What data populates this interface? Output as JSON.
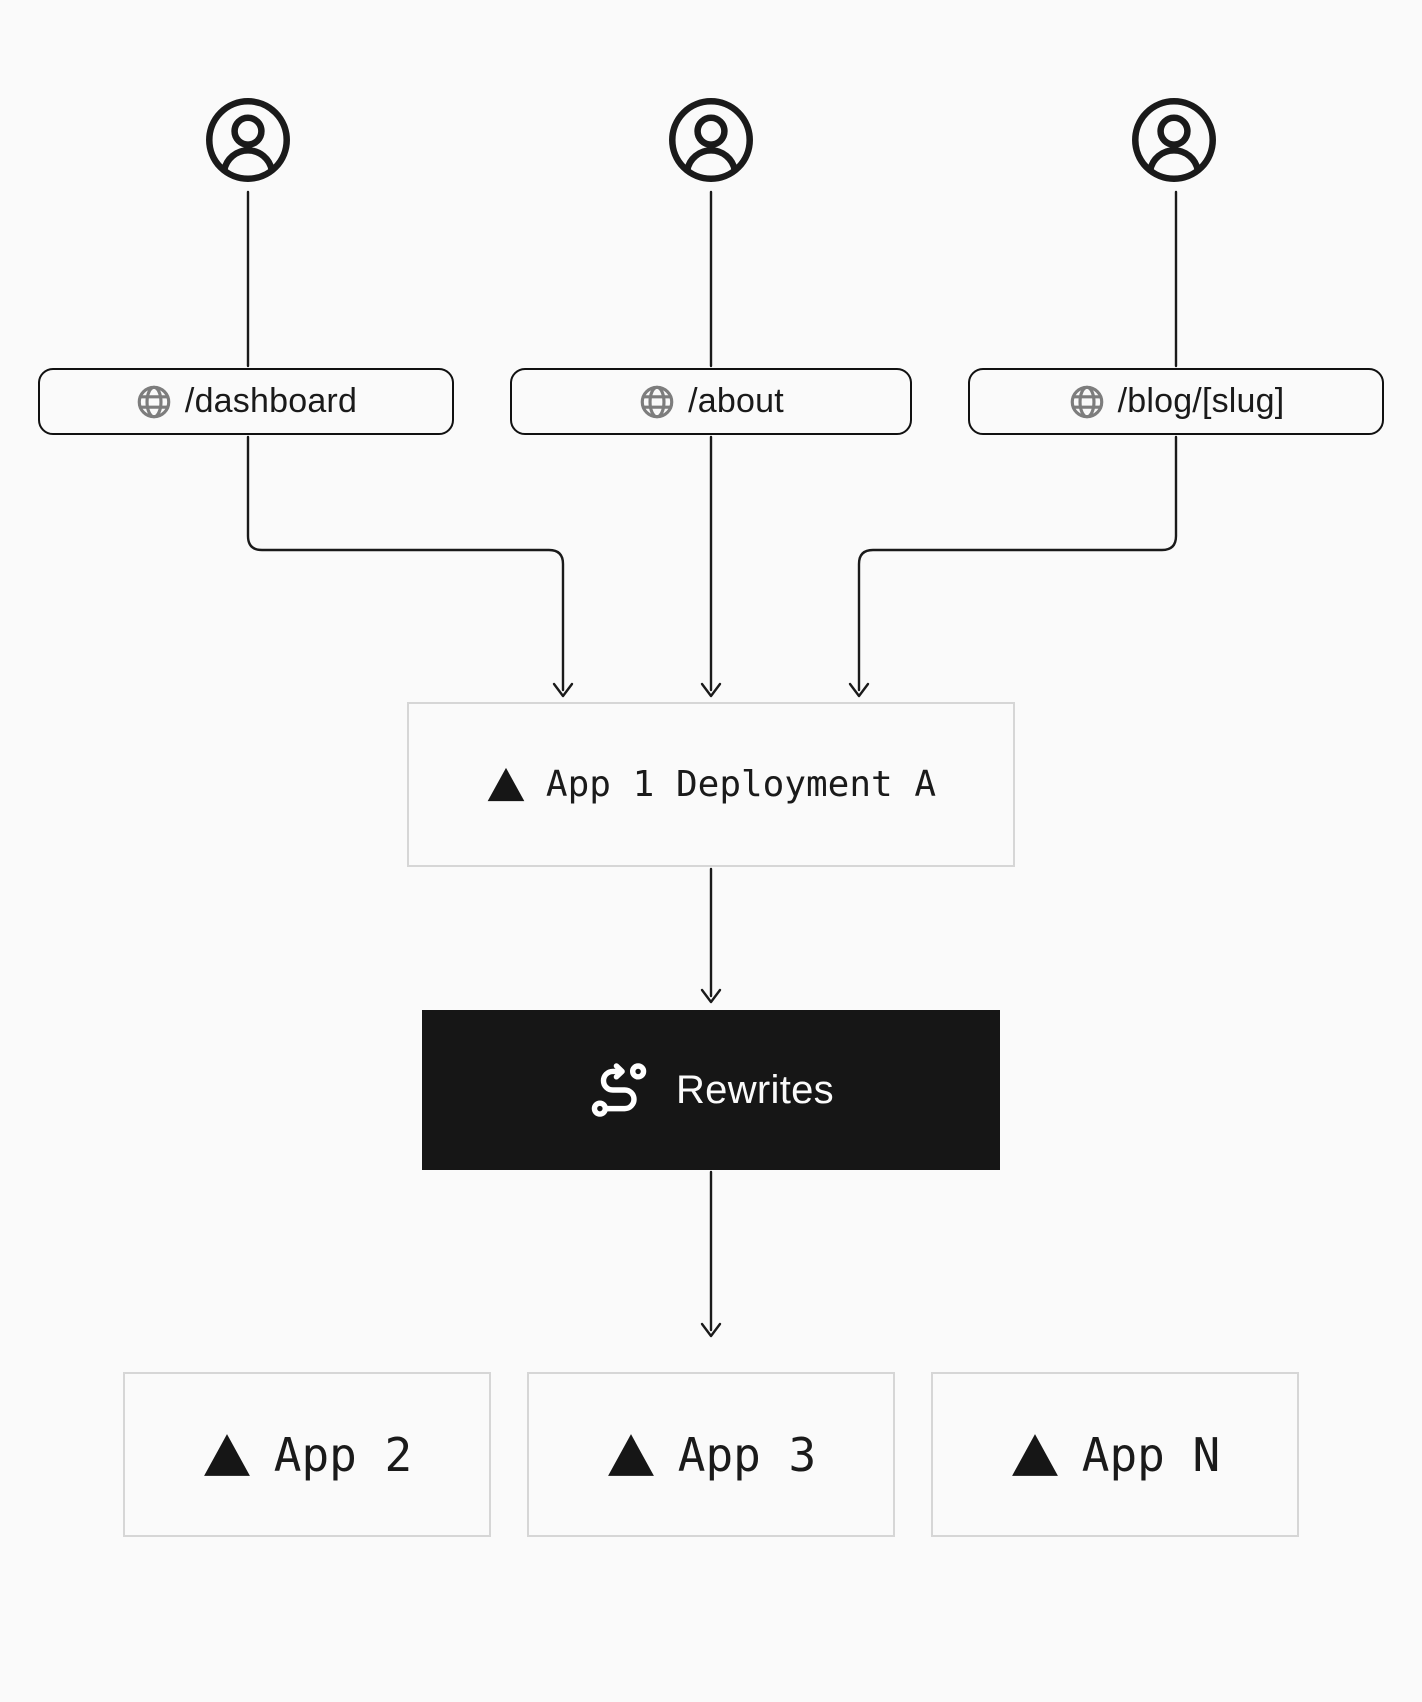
{
  "page": {
    "background": "#fafafa"
  },
  "users": [
    {
      "icon": "user-icon"
    },
    {
      "icon": "user-icon"
    },
    {
      "icon": "user-icon"
    }
  ],
  "routes": [
    {
      "icon": "globe-icon",
      "path": "/dashboard"
    },
    {
      "icon": "globe-icon",
      "path": "/about"
    },
    {
      "icon": "globe-icon",
      "path": "/blog/[slug]"
    }
  ],
  "deployment": {
    "icon": "vercel-logo-icon",
    "label": "App 1 Deployment A"
  },
  "rewrites": {
    "icon": "route-icon",
    "label": "Rewrites",
    "background": "#161616",
    "text_color": "#fafafa"
  },
  "apps": [
    {
      "icon": "vercel-logo-icon",
      "label": "App 2"
    },
    {
      "icon": "vercel-logo-icon",
      "label": "App 3"
    },
    {
      "icon": "vercel-logo-icon",
      "label": "App N"
    }
  ],
  "colors": {
    "line": "#1a1a1a",
    "url_box_border": "#111111",
    "light_border": "#d6d6d6",
    "globe_gray": "#7d7d7d",
    "text": "#1a1a1a"
  }
}
